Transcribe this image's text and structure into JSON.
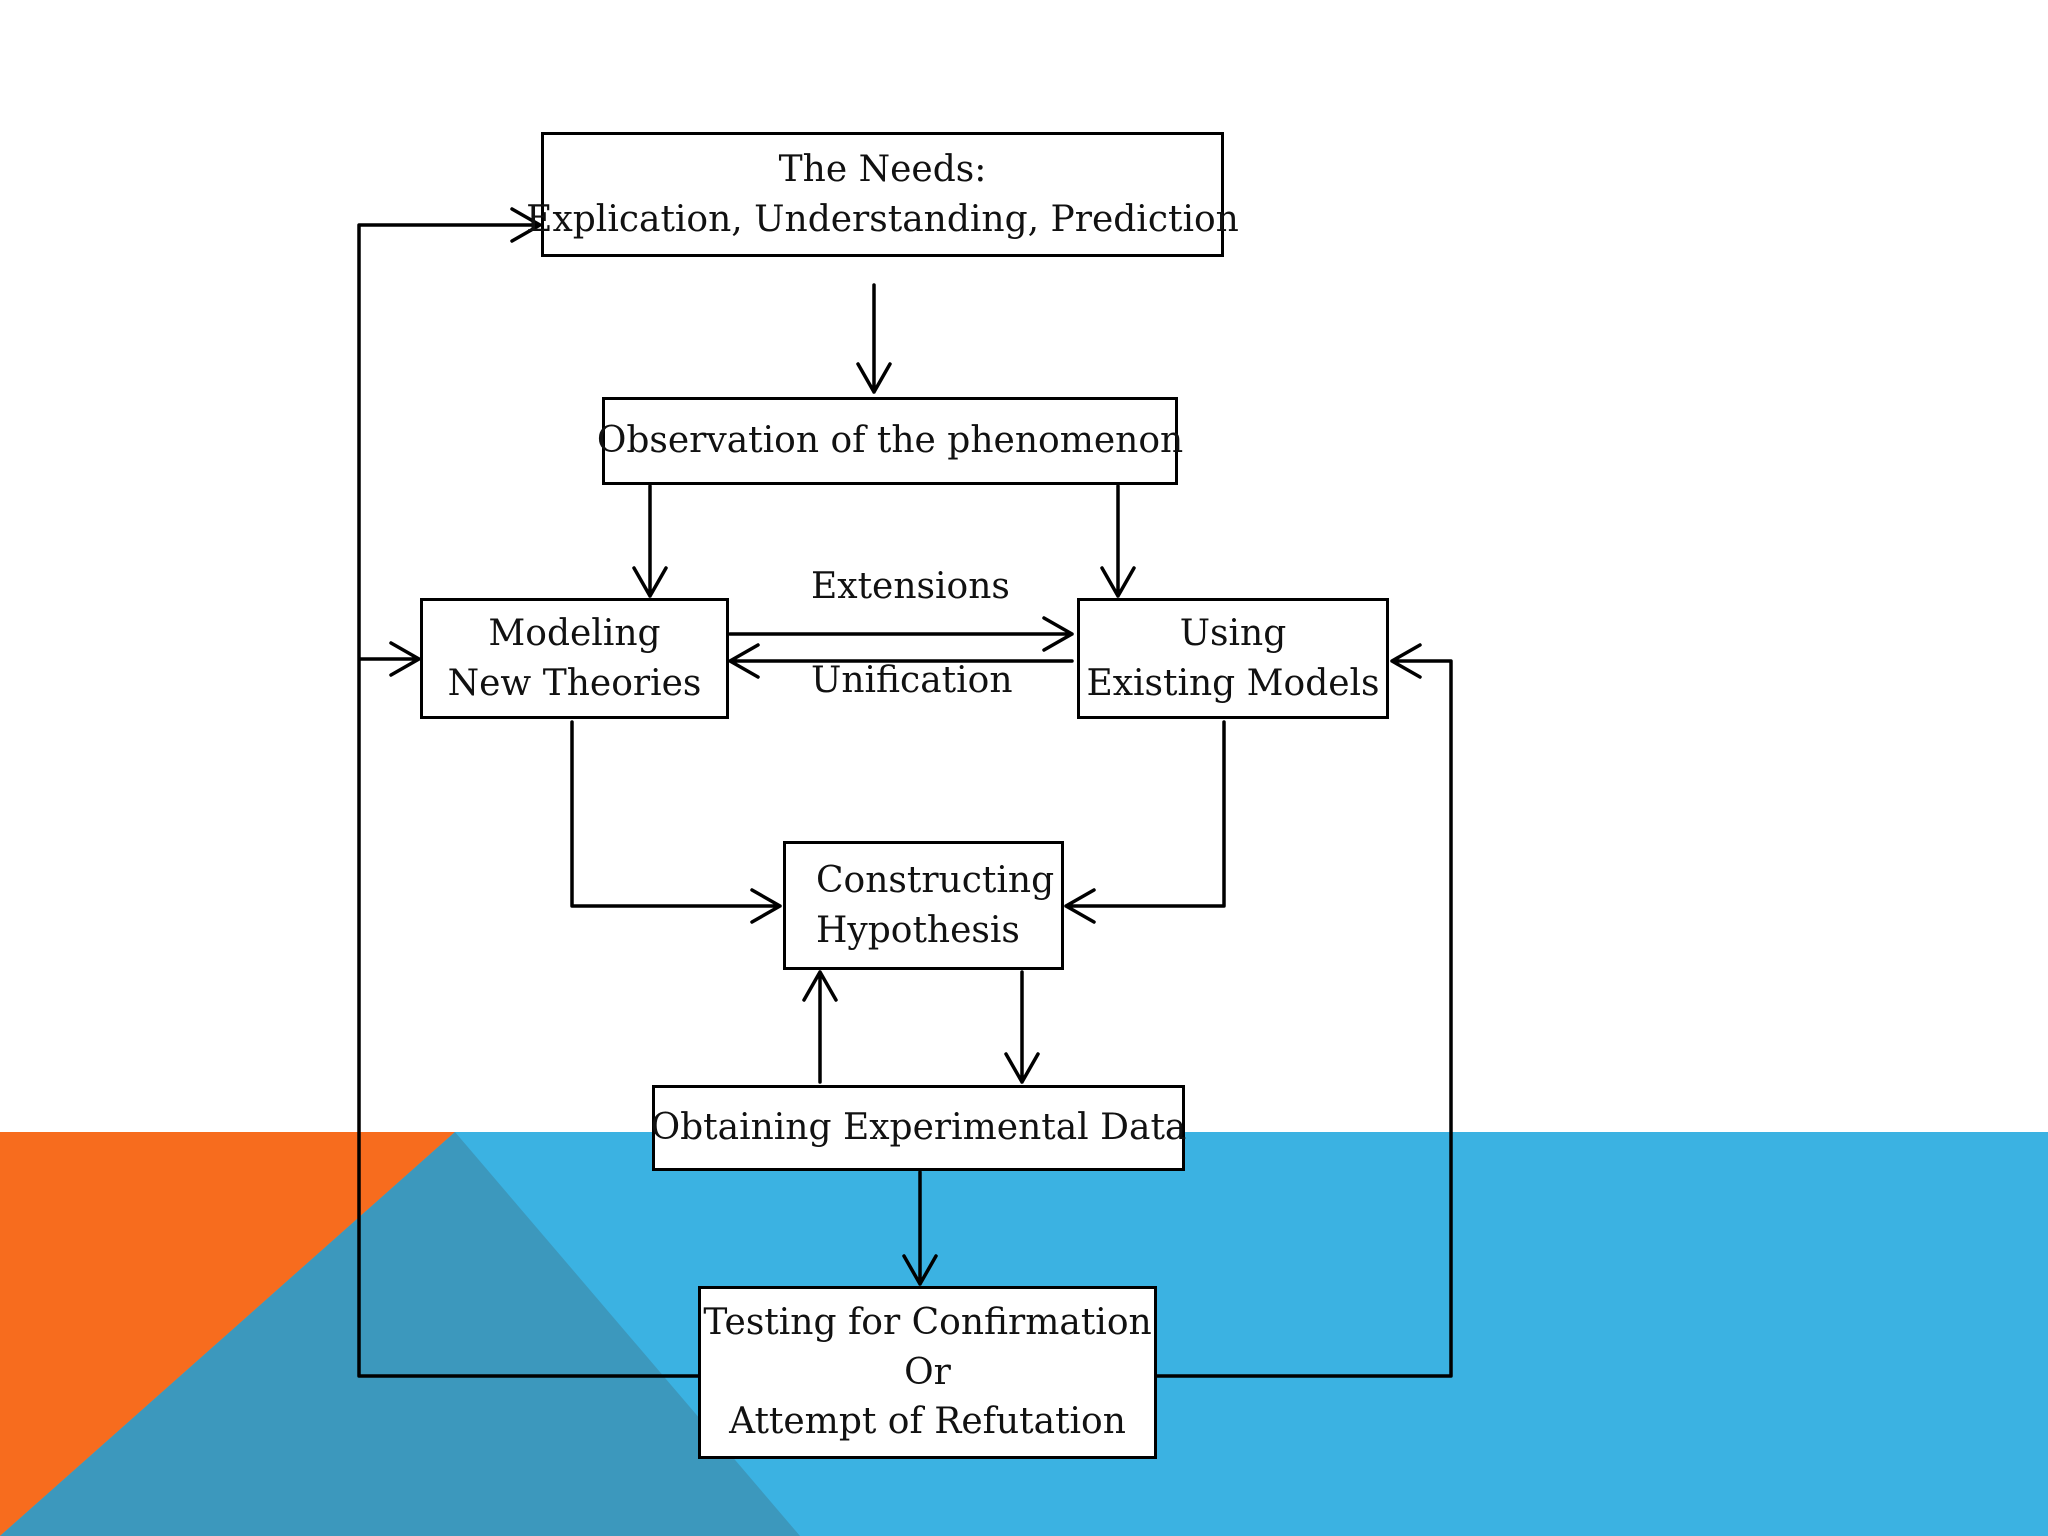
{
  "theme": {
    "orange": "#F76C1E",
    "blue": "#3BB2E2",
    "overlap": "#3C98BD",
    "line": "#000000"
  },
  "nodes": {
    "needs": {
      "line1": "The Needs:",
      "line2": "Explication, Understanding, Prediction"
    },
    "observation": {
      "text": "Observation of the phenomenon"
    },
    "modeling": {
      "line1": "Modeling",
      "line2": "New Theories"
    },
    "using": {
      "line1": "Using",
      "line2": "Existing Models"
    },
    "hypothesis": {
      "line1": "Constructing",
      "line2": "Hypothesis"
    },
    "experimental": {
      "text": "Obtaining Experimental Data"
    },
    "testing": {
      "line1": "Testing for Confirmation",
      "line2": "Or",
      "line3": "Attempt of Refutation"
    }
  },
  "edge_labels": {
    "extensions": "Extensions",
    "unification": "Unification"
  }
}
